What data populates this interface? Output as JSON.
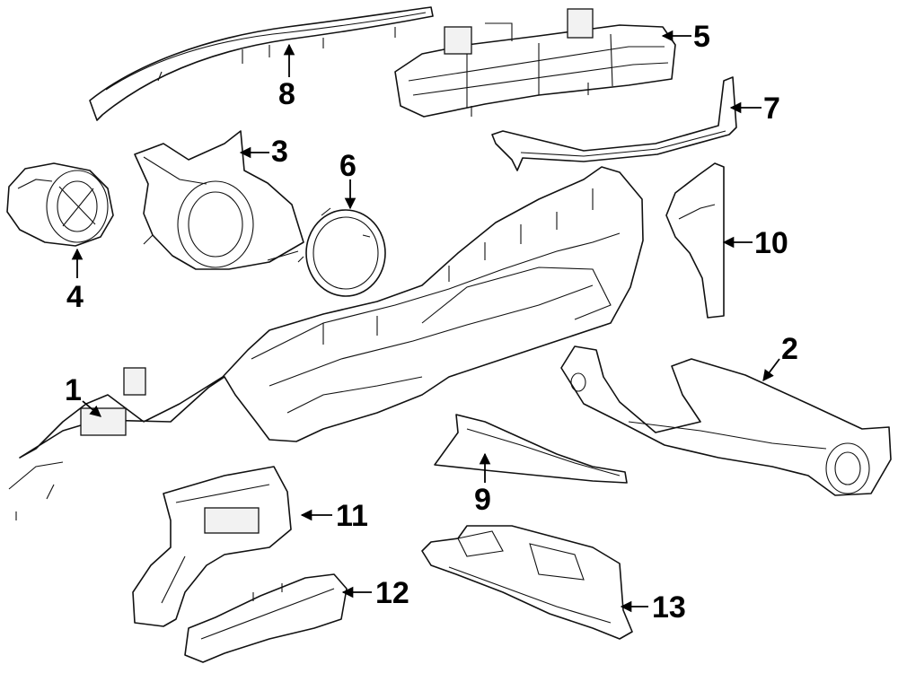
{
  "diagram": {
    "title": "Instrument panel components (exploded view)",
    "line_color": "#111111",
    "background": "#ffffff",
    "callouts": [
      {
        "id": "1",
        "label": "1"
      },
      {
        "id": "2",
        "label": "2"
      },
      {
        "id": "3",
        "label": "3"
      },
      {
        "id": "4",
        "label": "4"
      },
      {
        "id": "5",
        "label": "5"
      },
      {
        "id": "6",
        "label": "6"
      },
      {
        "id": "7",
        "label": "7"
      },
      {
        "id": "8",
        "label": "8"
      },
      {
        "id": "9",
        "label": "9"
      },
      {
        "id": "10",
        "label": "10"
      },
      {
        "id": "11",
        "label": "11"
      },
      {
        "id": "12",
        "label": "12"
      },
      {
        "id": "13",
        "label": "13"
      }
    ]
  }
}
